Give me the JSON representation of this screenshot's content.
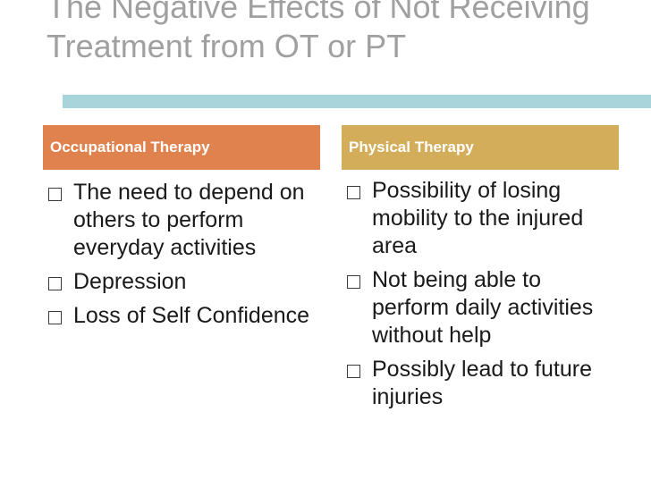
{
  "slide": {
    "title": "The Negative Effects of Not Receiving Treatment from OT or PT",
    "accent_colors": {
      "title_bar": "#a8d4dc",
      "ot_header": "#e0824e",
      "pt_header": "#d3ad5a"
    }
  },
  "columns": {
    "ot": {
      "header": "Occupational Therapy",
      "items": [
        "The need to depend on others to perform everyday activities",
        "Depression",
        "Loss of Self Confidence"
      ]
    },
    "pt": {
      "header": "Physical Therapy",
      "items": [
        "Possibility of losing mobility to the injured area",
        "Not being able to perform daily activities without help",
        "Possibly lead to future injuries"
      ]
    }
  },
  "icons": {
    "bullet": "square-bullet-icon"
  }
}
